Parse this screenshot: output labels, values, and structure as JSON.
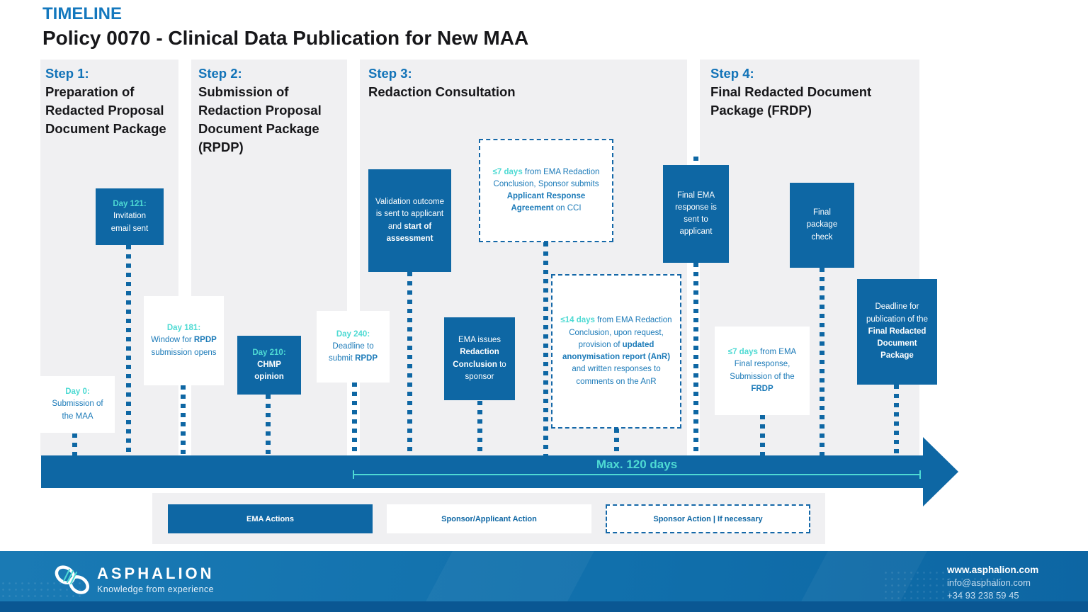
{
  "header": {
    "eyebrow": "TIMELINE",
    "title": "Policy 0070 - Clinical Data Publication for New MAA"
  },
  "steps": [
    {
      "label": "Step 1:",
      "title": "Preparation of Redacted Proposal Document Package"
    },
    {
      "label": "Step 2:",
      "title": "Submission of Redaction Proposal Document Package (RPDP)"
    },
    {
      "label": "Step 3:",
      "title": "Redaction Consultation"
    },
    {
      "label": "Step 4:",
      "title": "Final Redacted Document Package (FRDP)"
    }
  ],
  "boxes": {
    "day0": {
      "tag": "Day 0:",
      "pre": " Submission of the MAA"
    },
    "day121": {
      "tag": "Day 121:",
      "pre": "Invitation email sent"
    },
    "day181": {
      "tag": "Day 181:",
      "pre": "Window for ",
      "bold": "RPDP",
      "post": " submission opens"
    },
    "day210": {
      "tag": "Day 210:",
      "bold": "CHMP opinion"
    },
    "day240": {
      "tag": "Day 240:",
      "pre": "Deadline to submit ",
      "bold": "RPDP"
    },
    "validation": {
      "pre": "Validation outcome is sent to applicant and ",
      "bold": "start of assessment"
    },
    "cci": {
      "tag": "≤7 days",
      "pre": " from EMA Redaction Conclusion, Sponsor submits ",
      "bold": "Applicant Response Agreement",
      "post": " on CCI"
    },
    "redaction": {
      "pre": "EMA issues ",
      "bold": "Redaction Conclusion",
      "post": " to sponsor"
    },
    "anr": {
      "tag": "≤14 days",
      "pre": " from EMA Redaction Conclusion, upon request, provision of ",
      "bold": "updated anonymisation report (AnR)",
      "post": " and written responses to comments on the AnR"
    },
    "finalResponse": {
      "pre": "Final EMA response is sent to applicant"
    },
    "frdp": {
      "tag": "≤7 days",
      "pre": " from EMA Final response, Submission  of the ",
      "bold": "FRDP"
    },
    "finalCheck": {
      "pre": "Final package check"
    },
    "deadline": {
      "pre": "Deadline for publication of the ",
      "bold": "Final Redacted Document Package"
    }
  },
  "arrow": {
    "label": "Max. 120 days"
  },
  "legend": [
    {
      "label": "EMA Actions"
    },
    {
      "label": "Sponsor/Applicant Action"
    },
    {
      "label": "Sponsor Action | If necessary"
    }
  ],
  "footer": {
    "brand": "ASPHALION",
    "tagline": "Knowledge from experience",
    "website": "www.asphalion.com",
    "email": "info@asphalion.com",
    "phone": "+34 93 238 59 45"
  },
  "colors": {
    "primary_blue": "#0e67a4",
    "accent_cyan": "#4edad3",
    "link_blue": "#1b7ab8",
    "heading_blue": "#1478be",
    "column_gray": "#f0f0f2",
    "footer_blue": "#1170ac"
  }
}
